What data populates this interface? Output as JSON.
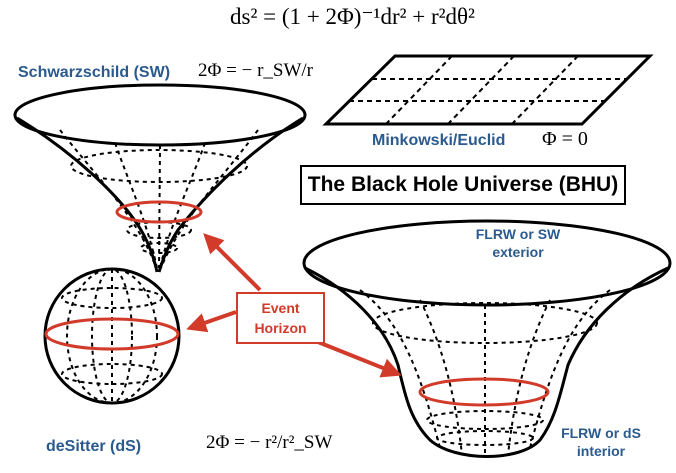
{
  "metric_equation": "ds² = (1 + 2Φ)⁻¹dr² + r²dθ²",
  "schwarzschild": {
    "label": "Schwarzschild (SW)",
    "potential": "2Φ = − r_SW/r"
  },
  "minkowski": {
    "label": "Minkowski/Euclid",
    "potential": "Φ = 0"
  },
  "title": "The Black Hole Universe (BHU)",
  "event_horizon": {
    "line1": "Event",
    "line2": "Horizon"
  },
  "desitter": {
    "label": "deSitter (dS)",
    "potential": "2Φ = − r²/r²_SW"
  },
  "bhu_exterior": {
    "line1": "FLRW or SW",
    "line2": "exterior"
  },
  "bhu_interior": {
    "line1": "FLRW or dS",
    "line2": "interior"
  },
  "colors": {
    "label_blue": "#2b5a8e",
    "horizon_red": "#d23a2a",
    "ink": "#000000"
  }
}
